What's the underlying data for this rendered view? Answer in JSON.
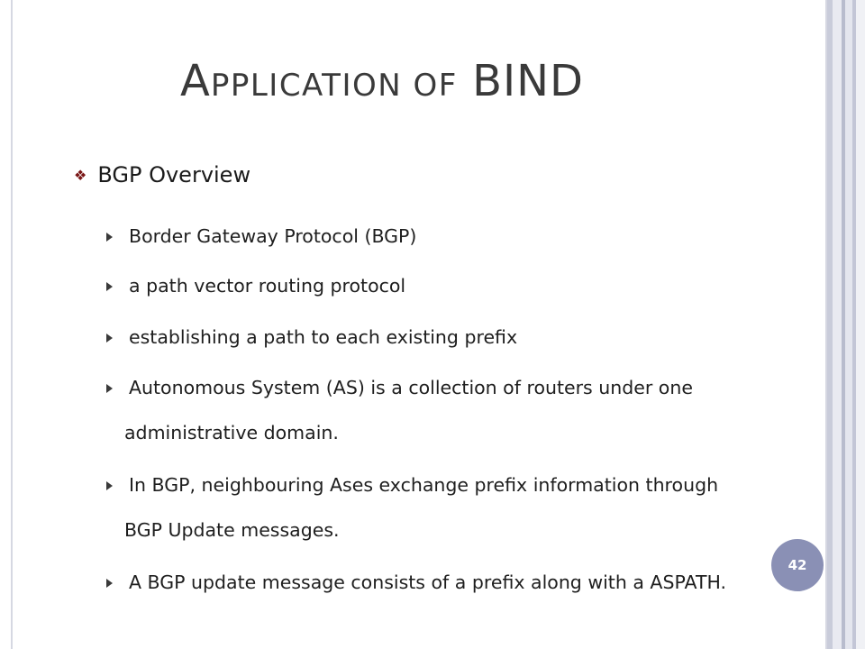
{
  "slide": {
    "title_cap_a": "A",
    "title_small_1": "PPLICATION OF",
    "title_bind": "BIND",
    "heading": "BGP Overview",
    "bullets": [
      {
        "line": "Border Gateway Protocol (BGP)"
      },
      {
        "line": "a path vector routing protocol"
      },
      {
        "line": "establishing a path to each existing prefix"
      },
      {
        "line": "Autonomous System (AS) is a collection of routers under one",
        "cont": "administrative domain."
      },
      {
        "line": "In BGP, neighbouring  Ases exchange prefix information through",
        "cont": "BGP Update messages."
      },
      {
        "line": "A BGP update message consists of a prefix along with a ASPATH."
      }
    ],
    "page_number": "42"
  },
  "colors": {
    "heading_bullet": "#7a1616",
    "badge": "#8a90b5",
    "stripe": "#c9ccda"
  }
}
